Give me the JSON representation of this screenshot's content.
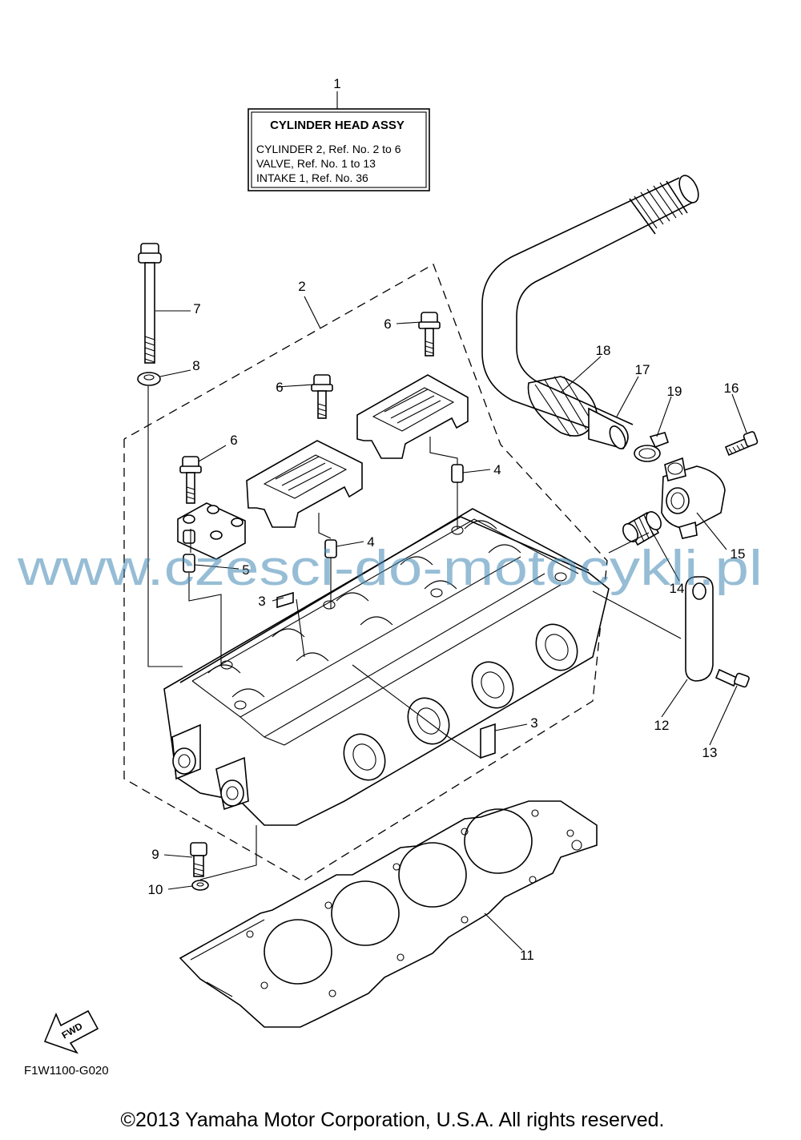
{
  "label_box": {
    "title": "CYLINDER HEAD ASSY",
    "lines": [
      "CYLINDER 2, Ref. No. 2 to 6",
      "VALVE, Ref. No. 1 to 13",
      "INTAKE 1, Ref. No. 36"
    ]
  },
  "callouts": [
    "1",
    "2",
    "3",
    "3",
    "4",
    "4",
    "5",
    "6",
    "6",
    "6",
    "7",
    "8",
    "9",
    "10",
    "11",
    "12",
    "13",
    "14",
    "15",
    "16",
    "17",
    "18",
    "19"
  ],
  "watermark": "www.czesci-do-motocykli.pl",
  "fwd_label": "FWD",
  "diagram_code": "F1W1100-G020",
  "copyright": "©2013 Yamaha Motor Corporation, U.S.A. All rights reserved."
}
